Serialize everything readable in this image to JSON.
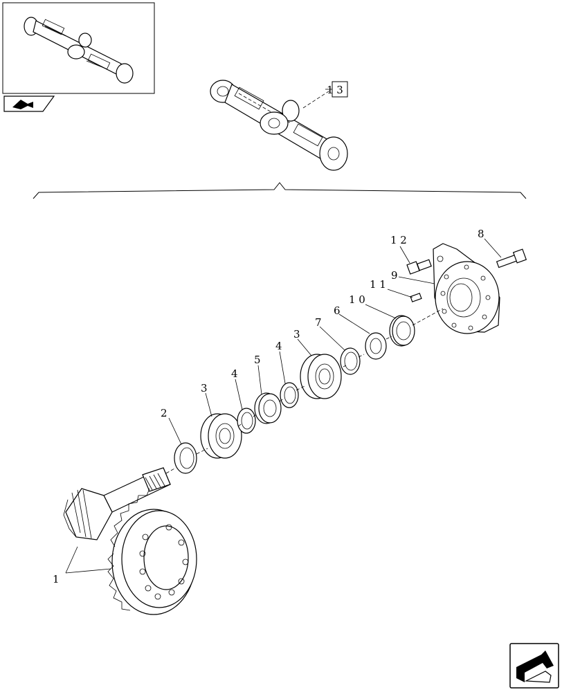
{
  "thumbnail": {
    "icon": "assembly-thumbnail"
  },
  "nav": {
    "back_icon": "back-arrow-icon",
    "next_icon": "next-page-icon"
  },
  "reference": {
    "label": "1 3"
  },
  "callouts": [
    {
      "id": "c1",
      "label": "1"
    },
    {
      "id": "c2",
      "label": "2"
    },
    {
      "id": "c3a",
      "label": "3"
    },
    {
      "id": "c4a",
      "label": "4"
    },
    {
      "id": "c5",
      "label": "5"
    },
    {
      "id": "c4b",
      "label": "4"
    },
    {
      "id": "c3b",
      "label": "3"
    },
    {
      "id": "c7",
      "label": "7"
    },
    {
      "id": "c6",
      "label": "6"
    },
    {
      "id": "c10",
      "label": "1 0"
    },
    {
      "id": "c11",
      "label": "1 1"
    },
    {
      "id": "c9",
      "label": "9"
    },
    {
      "id": "c12",
      "label": "1 2"
    },
    {
      "id": "c8",
      "label": "8"
    }
  ]
}
